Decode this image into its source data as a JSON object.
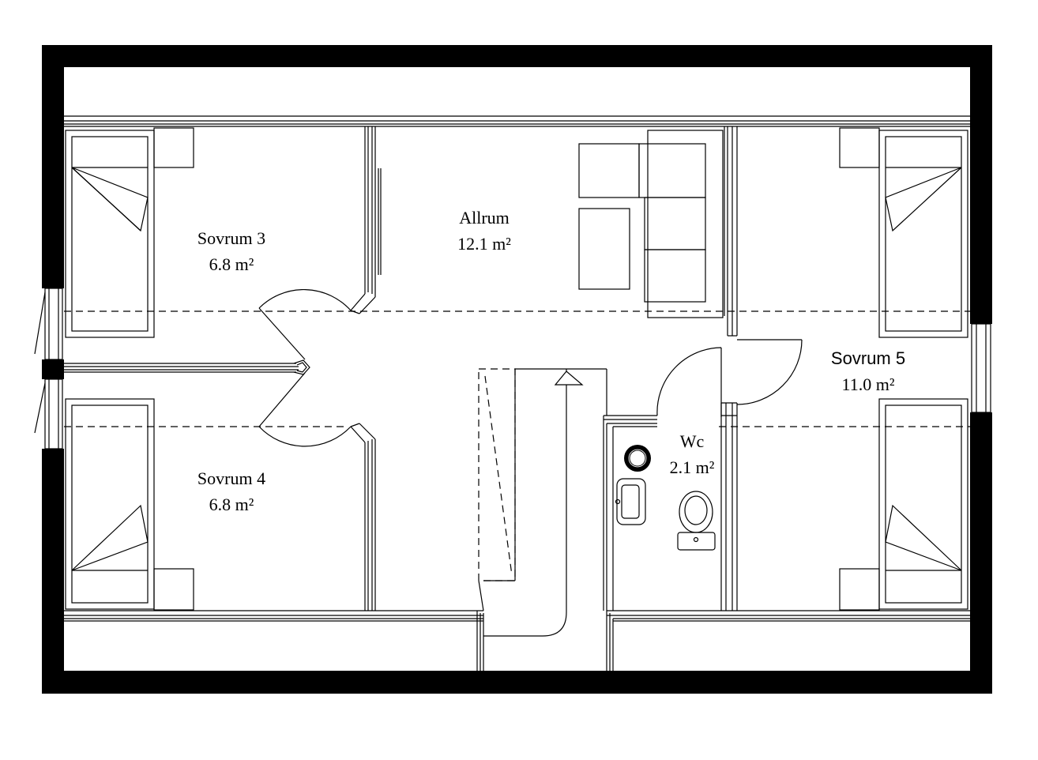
{
  "rooms": [
    {
      "id": "sovrum3",
      "name": "Sovrum 3",
      "area": "6.8 m²"
    },
    {
      "id": "allrum",
      "name": "Allrum",
      "area": "12.1 m²"
    },
    {
      "id": "sovrum5",
      "name": "Sovrum 5",
      "area": "11.0 m²"
    },
    {
      "id": "wc",
      "name": "Wc",
      "area": "2.1 m²"
    },
    {
      "id": "sovrum4",
      "name": "Sovrum 4",
      "area": "6.8 m²"
    }
  ]
}
